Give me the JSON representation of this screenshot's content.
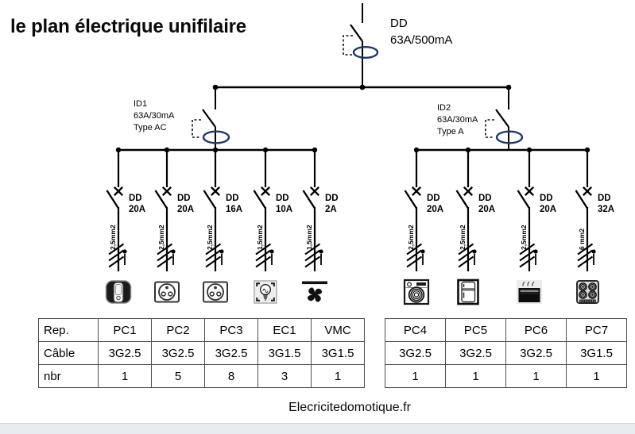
{
  "title": "le plan électrique unifilaire",
  "main_breaker": {
    "device": "DD",
    "rating": "63A/500mA"
  },
  "rcd_left": {
    "id": "ID1",
    "rating": "63A/30mA",
    "type": "Type AC"
  },
  "rcd_right": {
    "id": "ID2",
    "rating": "63A/30mA",
    "type": "Type A"
  },
  "circuits": [
    {
      "device": "DD",
      "rating": "20A",
      "cable": "2,5mm2",
      "icon": "socket-with-plug"
    },
    {
      "device": "DD",
      "rating": "20A",
      "cable": "2,5mm2",
      "icon": "socket-outlet"
    },
    {
      "device": "DD",
      "rating": "16A",
      "cable": "2,5mm2",
      "icon": "socket-outlet"
    },
    {
      "device": "DD",
      "rating": "10A",
      "cable": "1,5mm2",
      "icon": "light-bulb"
    },
    {
      "device": "DD",
      "rating": "2A",
      "cable": "1,5mm2",
      "icon": "fan"
    },
    {
      "device": "DD",
      "rating": "20A",
      "cable": "2,5mm2",
      "icon": "washing-machine"
    },
    {
      "device": "DD",
      "rating": "20A",
      "cable": "2,5mm2",
      "icon": "fridge"
    },
    {
      "device": "DD",
      "rating": "20A",
      "cable": "2,5mm2",
      "icon": "oven"
    },
    {
      "device": "DD",
      "rating": "32A",
      "cable": "6 mm2",
      "icon": "cooktop"
    }
  ],
  "left_table": {
    "rows": [
      [
        "Rep.",
        "PC1",
        "PC2",
        "PC3",
        "EC1",
        "VMC"
      ],
      [
        "Câble",
        "3G2.5",
        "3G2.5",
        "3G2.5",
        "3G1.5",
        "3G1.5"
      ],
      [
        "nbr",
        "1",
        "5",
        "8",
        "3",
        "1"
      ]
    ]
  },
  "right_table": {
    "rows": [
      [
        "PC4",
        "PC5",
        "PC6",
        "PC7"
      ],
      [
        "3G2.5",
        "3G2.5",
        "3G2.5",
        "3G1.5"
      ],
      [
        "1",
        "1",
        "1",
        "1"
      ]
    ]
  },
  "footer": "Elecricitedomotique.fr",
  "colors": {
    "line": "#000000",
    "rcd_oval": "#1f3864",
    "table_border": "#4d4d4d",
    "footer_strip": "#e9ecef"
  }
}
